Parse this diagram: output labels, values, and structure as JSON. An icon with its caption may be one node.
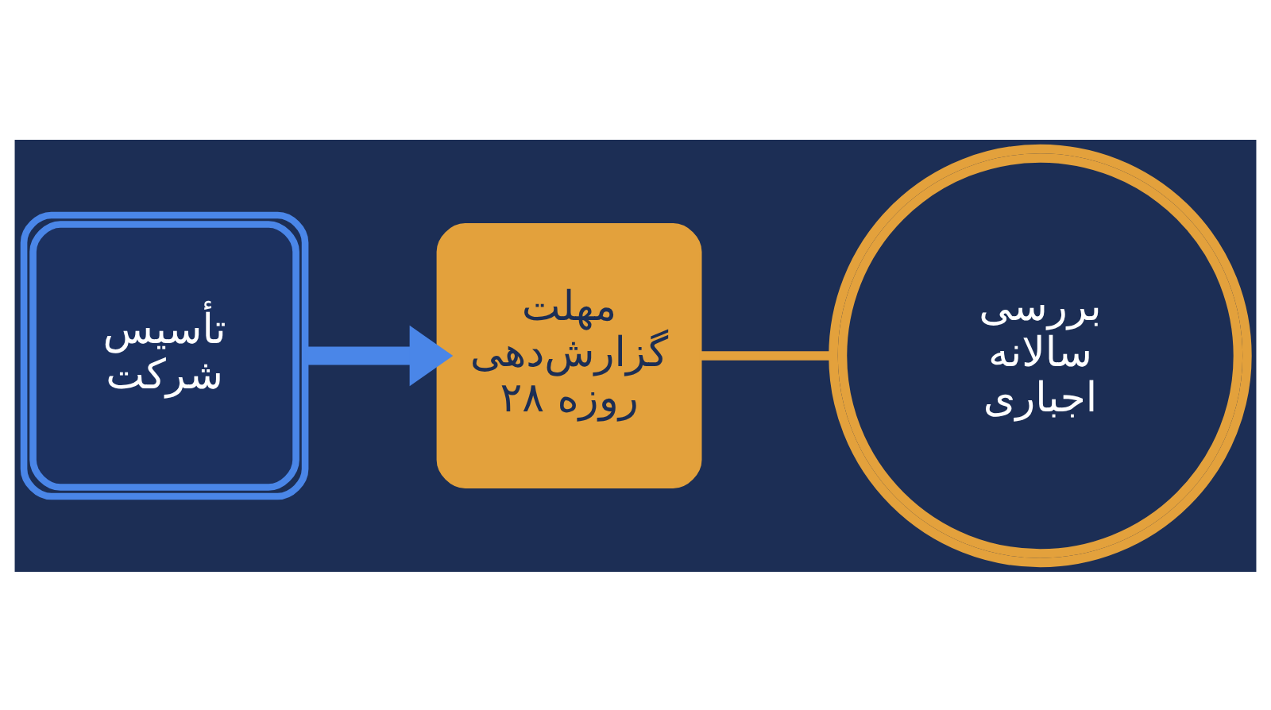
{
  "diagram": {
    "nodes": [
      {
        "text": [
          "تأسیس شرکت"
        ]
      },
      {
        "text": [
          "مهلت گزارش‌دهی ۲۸ روزه"
        ]
      },
      {
        "text": [
          "بررسی سالانه اجباری"
        ]
      }
    ],
    "edges": [
      {
        "from": 0,
        "to": 1,
        "arrow": "to",
        "color": "#4a86e8",
        "style": "thick"
      },
      {
        "from": 1,
        "to": 2,
        "arrow": "none",
        "color": "#e3a13c"
      }
    ]
  }
}
